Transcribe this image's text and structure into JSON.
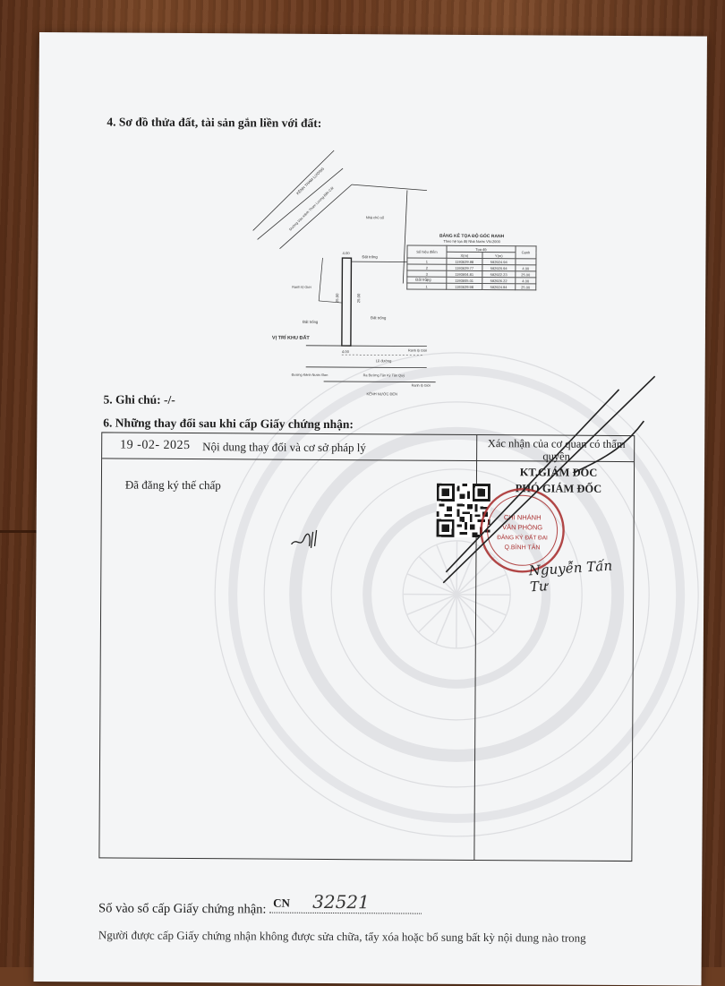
{
  "section4": {
    "title": "4. Sơ đồ thửa đất, tài sản gắn liền với đất:"
  },
  "map": {
    "labels": {
      "canal_top": "KÊNH THAM LƯƠNG",
      "road_top": "Đường Vào Kênh Tham Lương-Bến Cát",
      "house": "Nhà chủ số",
      "empty1": "Đất trống",
      "empty2": "Đất trống",
      "empty3": "Đất trống",
      "empty4": "Đất trống",
      "location": "VỊ TRÍ KHU ĐẤT",
      "sidewalk": "Lề đường",
      "road_bottom": "Đường Kênh Nước Đen",
      "road_bottom2": "Ra Đường Tân Kỳ Tân Quý",
      "canal_bottom": "KÊNH NƯỚC ĐEN",
      "boundary1": "Ranh lộ Giới",
      "boundary2": "Ranh lộ Giới",
      "boundary3": "Ranh lộ Giới",
      "dim_top": "4.00",
      "dim_bottom": "4.00",
      "dim_side": "25.00",
      "dim_side2": "25.00"
    }
  },
  "coord_table": {
    "title": "BẢNG KÊ TỌA ĐỘ GÓC RANH",
    "subtitle": "Theo hệ tọa độ Nhà Nước VN-2000",
    "headers": {
      "point": "Số hiệu điểm",
      "coords": "Tọa độ",
      "x": "X(m)",
      "y": "Y(m)",
      "edge": "Cạnh"
    },
    "rows": [
      {
        "p": "1",
        "x": "1193629.98",
        "y": "592924.94",
        "e": ""
      },
      {
        "p": "2",
        "x": "1193629.77",
        "y": "592920.94",
        "e": "4.00"
      },
      {
        "p": "3",
        "x": "1193604.81",
        "y": "592922.23",
        "e": "25.00"
      },
      {
        "p": "4",
        "x": "1193605.01",
        "y": "592926.22",
        "e": "4.00"
      },
      {
        "p": "1",
        "x": "1193629.98",
        "y": "592924.94",
        "e": "25.00"
      }
    ]
  },
  "section5": {
    "title": "5. Ghi chú: -/-"
  },
  "section6": {
    "title": "6. Những thay đổi sau khi cấp Giấy chứng nhận:",
    "date": "19 -02- 2025",
    "header_content": "Nội dung thay đổi và cơ sở pháp lý",
    "header_confirm": "Xác nhận của cơ quan có thẩm quyền",
    "entry": "Đã đăng ký thế chấp",
    "authority_line1": "KT.GIÁM ĐỐC",
    "authority_line2": "PHÓ GIÁM ĐỐC",
    "signer": "Nguyễn Tấn Tư",
    "stamp_lines": [
      "CHI NHÁNH",
      "VĂN PHÒNG",
      "ĐĂNG KÝ ĐẤT ĐAI",
      "Q.BÌNH TÂN"
    ]
  },
  "cert": {
    "label": "Số vào sổ cấp Giấy chứng nhận:",
    "prefix": "CN",
    "number": "32521"
  },
  "footer": {
    "note": "Người được cấp Giấy chứng nhận không được sửa chữa, tẩy xóa hoặc bổ sung bất kỳ nội dung nào trong"
  },
  "colors": {
    "paper": "#f4f5f6",
    "ink": "#1d1d1d",
    "wood": "#6b3d22"
  }
}
